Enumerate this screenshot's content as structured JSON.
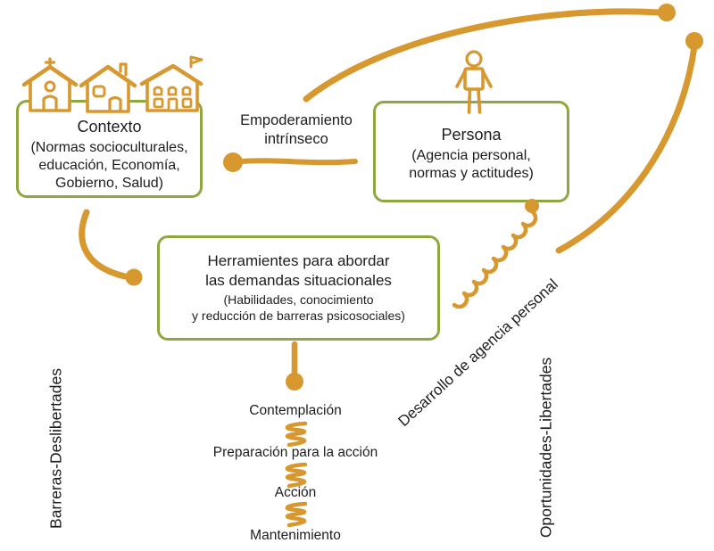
{
  "colors": {
    "orange": "#D6982F",
    "green": "#8FA740",
    "text": "#1d1d1d"
  },
  "context_box": {
    "title": "Contexto",
    "detail": "(Normas socioculturales,\neducación, Economía,\nGobierno, Salud)"
  },
  "persona_box": {
    "title": "Persona",
    "detail": "(Agencia personal,\nnormas y actitudes)"
  },
  "tools_box": {
    "title": "Herramientes para abordar\nlas demandas situacionales",
    "detail": "(Habilidades, conocimiento\ny reducción de barreras psicosociales)"
  },
  "labels": {
    "empowerment": "Empoderamiento\nintrínseco",
    "left_axis": "Barreras-Deslibertades",
    "right_axis": "Oportunidades-Libertades",
    "diagonal": "Desarrollo de agencia personal"
  },
  "stages": [
    "Contemplación",
    "Preparación para la acción",
    "Acción",
    "Mantenimiento"
  ],
  "icons": {
    "context": [
      "church-icon",
      "house-icon",
      "school-icon"
    ],
    "persona": "person-icon"
  }
}
